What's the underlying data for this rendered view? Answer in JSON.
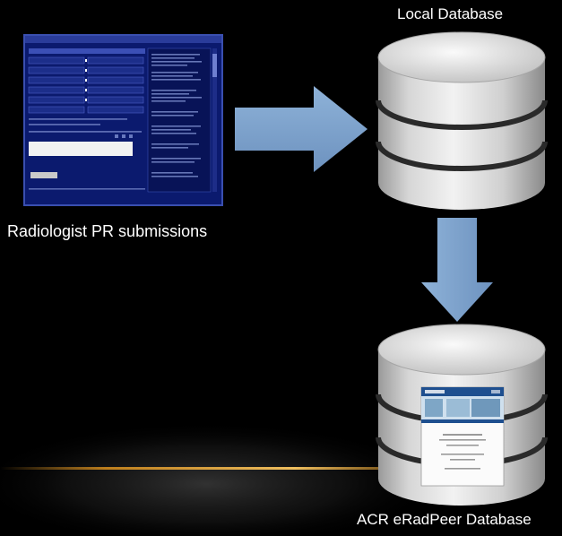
{
  "labels": {
    "local_db": "Local Database",
    "radiologist": "Radiologist PR submissions",
    "acr_db": "ACR eRadPeer Database"
  },
  "colors": {
    "background": "#000000",
    "arrow": "#7fa3cc",
    "accent_line": "#d08a1e",
    "screen_bg": "#0b1a6e",
    "db_silver": "#c9c9c9"
  },
  "icons": {
    "submission_form": "form-screenshot-thumbnail",
    "local_db": "database-cylinder-icon",
    "acr_db": "database-cylinder-icon",
    "arrow_right": "arrow-right-icon",
    "arrow_down": "arrow-down-icon"
  }
}
